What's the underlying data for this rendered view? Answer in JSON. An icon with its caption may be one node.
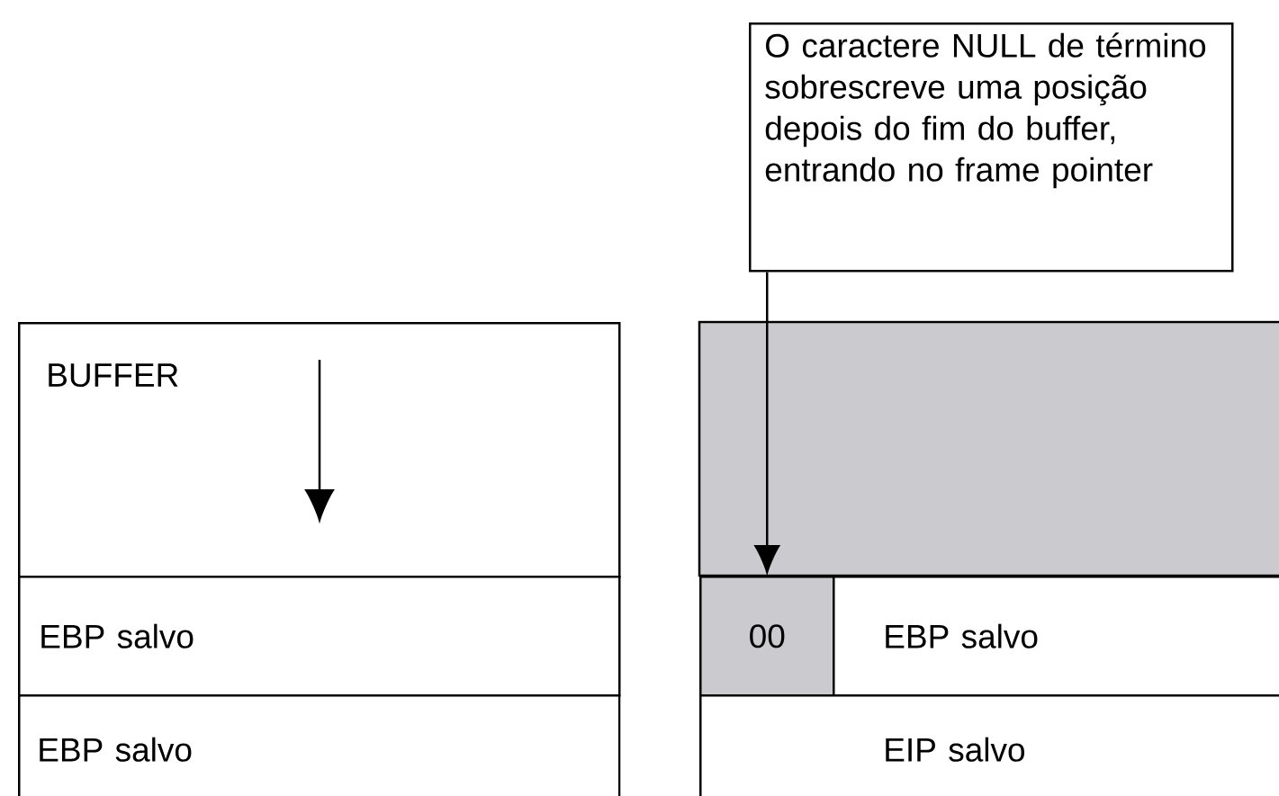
{
  "diagram": {
    "nodes": [
      {
        "text": [
          "O caractere NULL de término sobrescreve uma posição depois do fim do buffer, entrando no frame pointer"
        ]
      },
      {
        "text": [
          "BUFFER"
        ]
      },
      {
        "text": [
          "EBP salvo"
        ]
      },
      {
        "text": [
          "EBP salvo"
        ]
      },
      {
        "text": [
          "00"
        ]
      },
      {
        "text": [
          "EBP salvo"
        ]
      },
      {
        "text": [
          "EIP salvo"
        ]
      }
    ],
    "edges": [
      {
        "from": 0,
        "to": 4,
        "arrow": "to"
      }
    ]
  }
}
